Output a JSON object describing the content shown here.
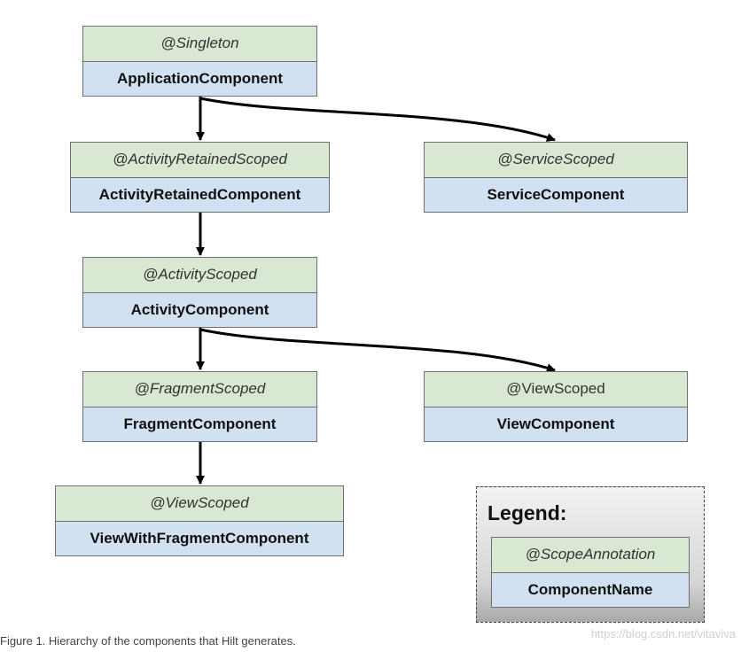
{
  "nodes": [
    {
      "id": "application",
      "scope": "@Singleton",
      "component": "ApplicationComponent"
    },
    {
      "id": "activity-retained",
      "scope": "@ActivityRetainedScoped",
      "component": "ActivityRetainedComponent"
    },
    {
      "id": "service",
      "scope": "@ServiceScoped",
      "component": "ServiceComponent"
    },
    {
      "id": "activity",
      "scope": "@ActivityScoped",
      "component": "ActivityComponent"
    },
    {
      "id": "fragment",
      "scope": "@FragmentScoped",
      "component": "FragmentComponent"
    },
    {
      "id": "view",
      "scope": "@ViewScoped",
      "component": "ViewComponent"
    },
    {
      "id": "view-with-fragment",
      "scope": "@ViewScoped",
      "component": "ViewWithFragmentComponent"
    }
  ],
  "edges": [
    {
      "from": "application",
      "to": "activity-retained"
    },
    {
      "from": "application",
      "to": "service"
    },
    {
      "from": "activity-retained",
      "to": "activity"
    },
    {
      "from": "activity",
      "to": "fragment"
    },
    {
      "from": "activity",
      "to": "view"
    },
    {
      "from": "fragment",
      "to": "view-with-fragment"
    }
  ],
  "legend": {
    "title": "Legend:",
    "scope": "@ScopeAnnotation",
    "component": "ComponentName"
  },
  "caption": "Figure 1. Hierarchy of the components that Hilt generates.",
  "watermark": "https://blog.csdn.net/vitaviva",
  "colors": {
    "scope_fill": "#d9e8d3",
    "component_fill": "#d2e1f2",
    "border": "#6f6f6f",
    "arrow": "#000000"
  }
}
